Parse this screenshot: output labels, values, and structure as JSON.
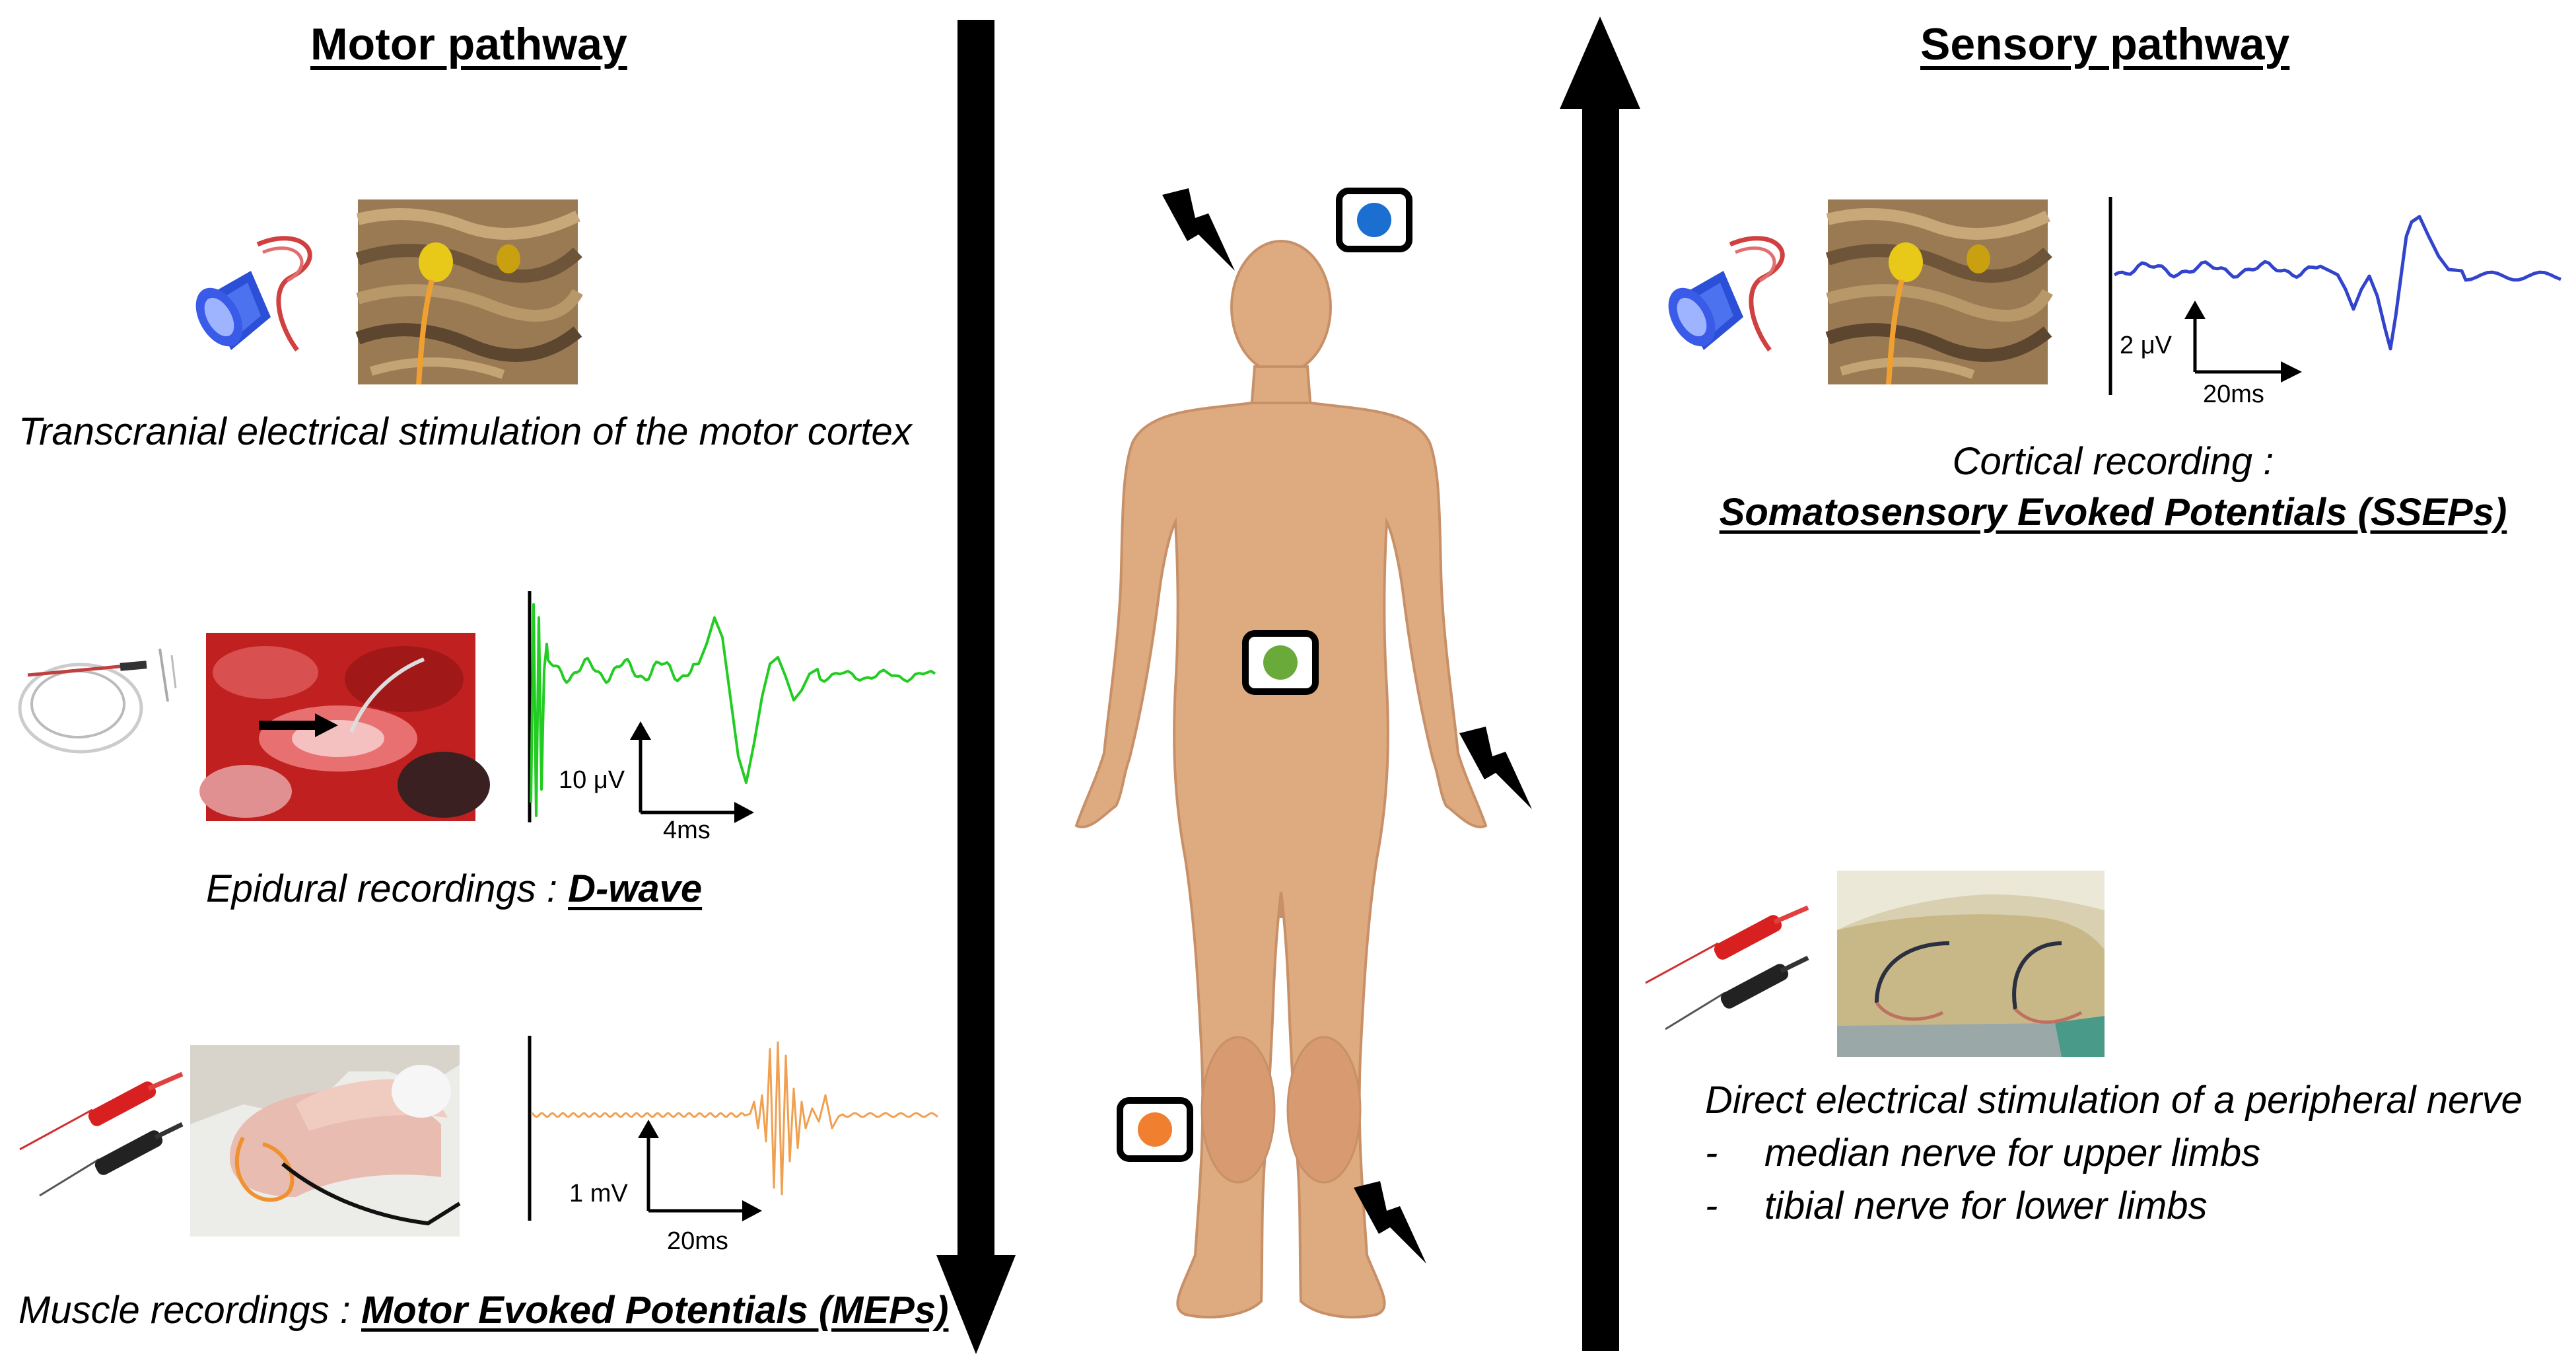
{
  "motor": {
    "title": "Motor pathway",
    "tes_caption": "Transcranial electrical stimulation of the motor cortex",
    "dwave_caption_prefix": "Epidural recordings : ",
    "dwave_caption_emph": "D-wave",
    "dwave_scale_v": "10 μV",
    "dwave_scale_t": "4ms",
    "mep_caption_prefix": "Muscle recordings : ",
    "mep_caption_emph": "Motor Evoked Potentials (MEPs)",
    "mep_scale_v": "1 mV",
    "mep_scale_t": "20ms"
  },
  "sensory": {
    "title": "Sensory pathway",
    "ssep_caption_line1": "Cortical recording :",
    "ssep_caption_line2": "Somatosensory Evoked Potentials (SSEPs)",
    "ssep_scale_v": "2 μV",
    "ssep_scale_t": "20ms",
    "stim_caption": "Direct electrical stimulation of a peripheral nerve",
    "stim_item_1": "median nerve for upper limbs",
    "stim_item_2": "tibial nerve for lower limbs",
    "dash": "-"
  },
  "colors": {
    "dwave_trace": "#22cc22",
    "mep_trace": "#f0a050",
    "ssep_trace": "#3344cc",
    "marker_head": "#1a6fd0",
    "marker_spine": "#6aaa3a",
    "marker_leg": "#f08030",
    "body": "#deaa7f",
    "body_outline": "#c89068"
  }
}
